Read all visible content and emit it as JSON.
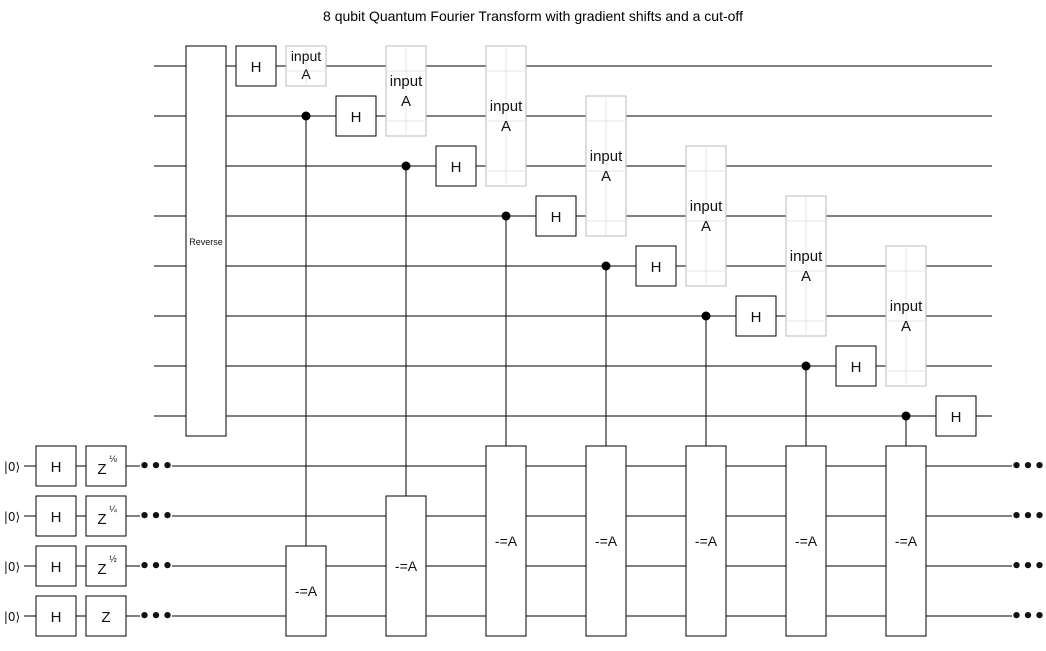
{
  "title": "8 qubit Quantum Fourier Transform with gradient shifts and a cut-off",
  "labels": {
    "hadamard": "H",
    "reverse": "Reverse",
    "input_line1": "input",
    "input_line2": "A",
    "subtract": "-=A",
    "ket_zero": "|0⟩",
    "z": "Z",
    "ellipsis": "•••"
  },
  "ancilla_z_powers": [
    "⅛",
    "¼",
    "½",
    ""
  ]
}
